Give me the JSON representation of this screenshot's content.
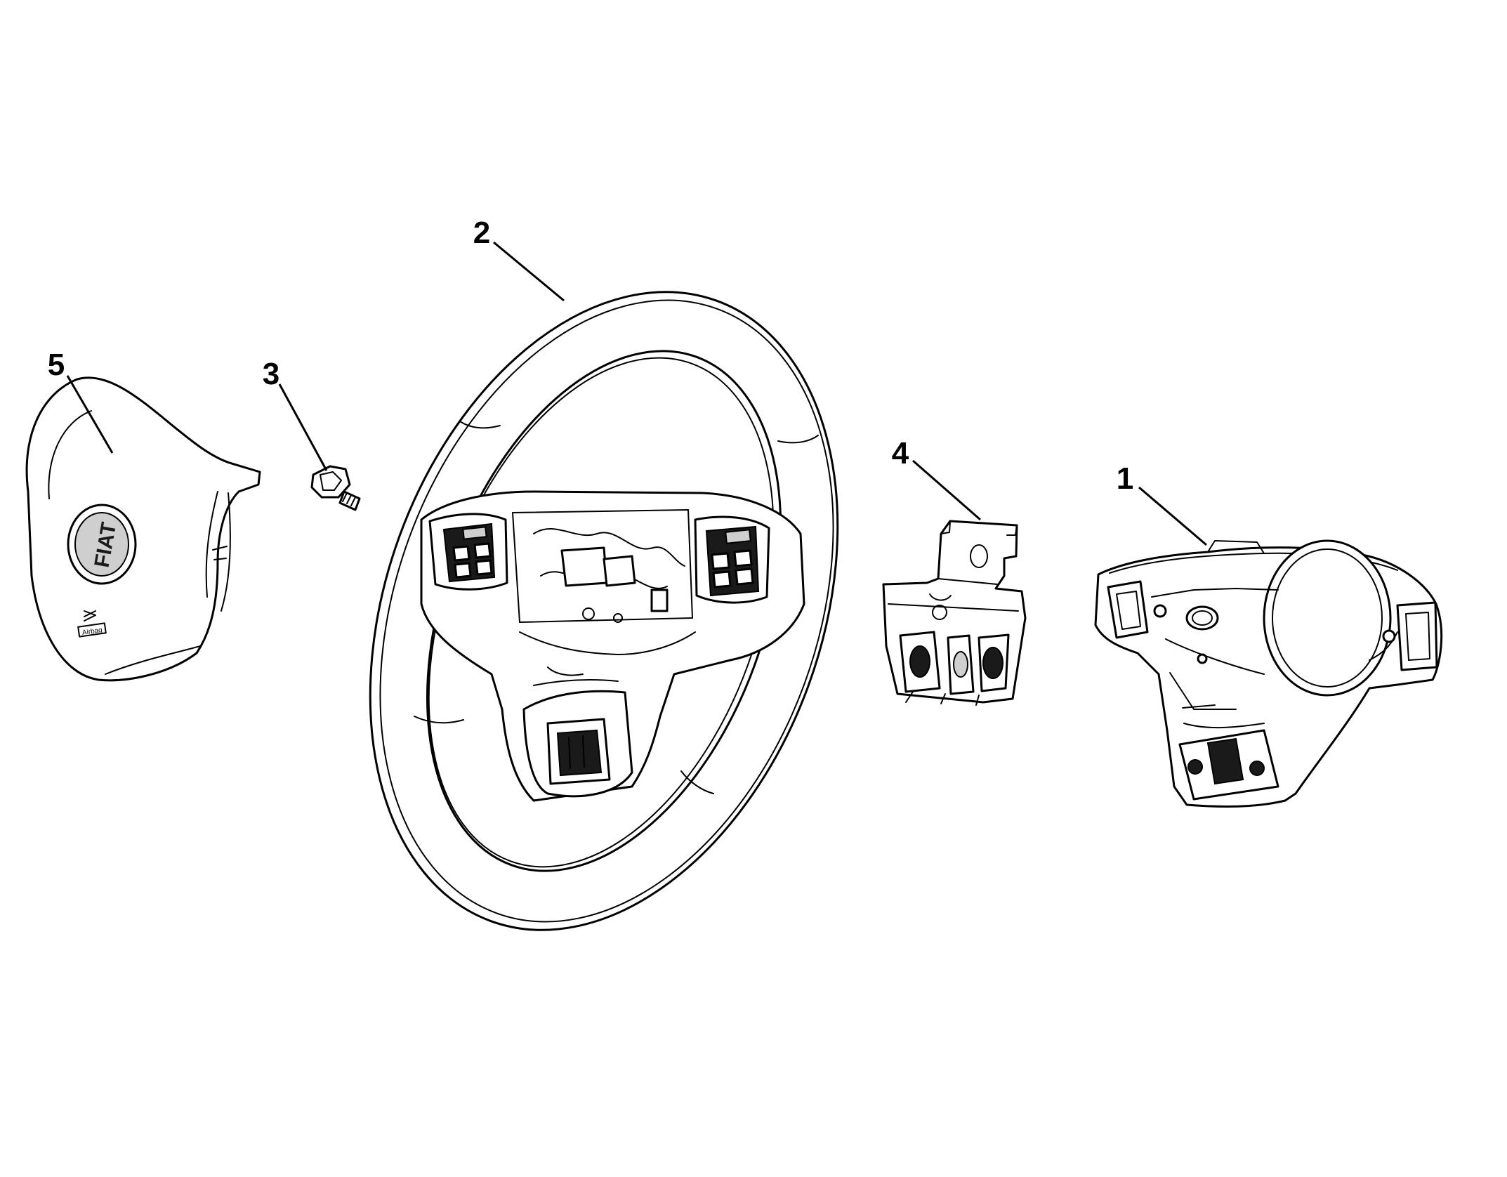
{
  "diagram": {
    "callouts": [
      {
        "id": "part-1",
        "label": "1"
      },
      {
        "id": "part-2",
        "label": "2"
      },
      {
        "id": "part-3",
        "label": "3"
      },
      {
        "id": "part-4",
        "label": "4"
      },
      {
        "id": "part-5",
        "label": "5"
      }
    ],
    "airbag_logo_text": "FIAT",
    "airbag_badge_text": "Airbag",
    "colors": {
      "line": "#000000",
      "fill": "#ffffff",
      "shade": "#cfcfcf",
      "dark": "#1a1a1a"
    },
    "parts": [
      {
        "callout": "5",
        "icon": "airbag-cover-icon"
      },
      {
        "callout": "3",
        "icon": "bolt-icon"
      },
      {
        "callout": "2",
        "icon": "steering-wheel-icon"
      },
      {
        "callout": "4",
        "icon": "bracket-icon"
      },
      {
        "callout": "1",
        "icon": "rear-cover-icon"
      }
    ]
  }
}
